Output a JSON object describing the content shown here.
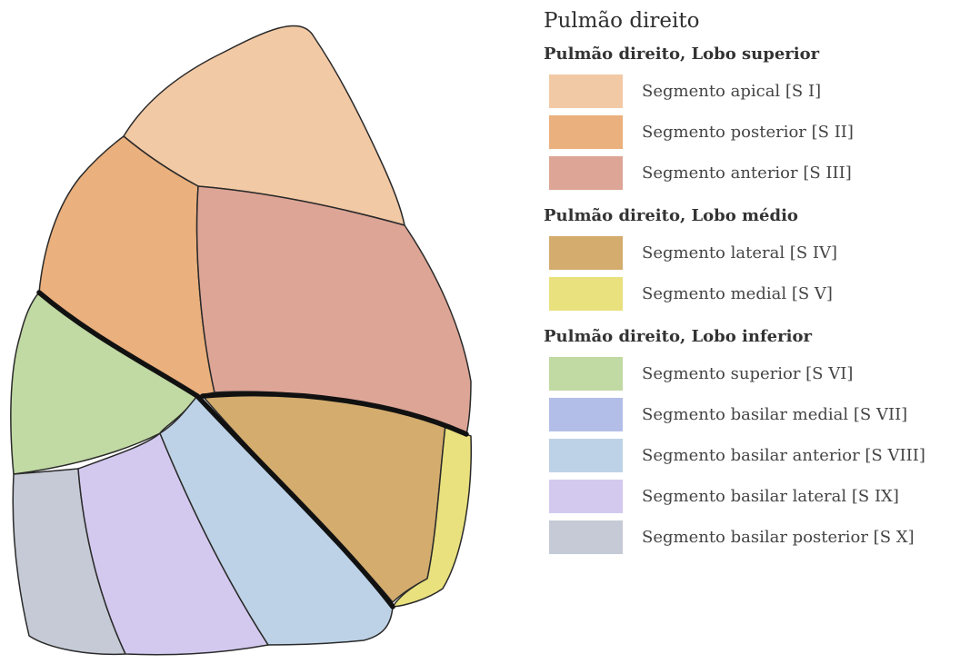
{
  "legend": {
    "title": "Pulmão direito",
    "groups": [
      {
        "title": "Pulmão direito, Lobo superior",
        "items": [
          {
            "label": "Segmento apical [S I]",
            "color": "#f2c9a5"
          },
          {
            "label": "Segmento posterior [S II]",
            "color": "#eab07d"
          },
          {
            "label": "Segmento anterior [S III]",
            "color": "#dda596"
          }
        ]
      },
      {
        "title": "Pulmão direito, Lobo médio",
        "items": [
          {
            "label": "Segmento lateral [S IV]",
            "color": "#d3ac6e"
          },
          {
            "label": "Segmento medial [S V]",
            "color": "#e9e07e"
          }
        ]
      },
      {
        "title": "Pulmão direito, Lobo inferior",
        "items": [
          {
            "label": "Segmento superior [S VI]",
            "color": "#c1d9a3"
          },
          {
            "label": "Segmento basilar medial [S VII]",
            "color": "#b3bee8"
          },
          {
            "label": "Segmento basilar anterior [S VIII]",
            "color": "#bdd2e6"
          },
          {
            "label": "Segmento basilar lateral [S IX]",
            "color": "#d3c9ef"
          },
          {
            "label": "Segmento basilar posterior [S X]",
            "color": "#c5cad6"
          }
        ]
      }
    ]
  }
}
